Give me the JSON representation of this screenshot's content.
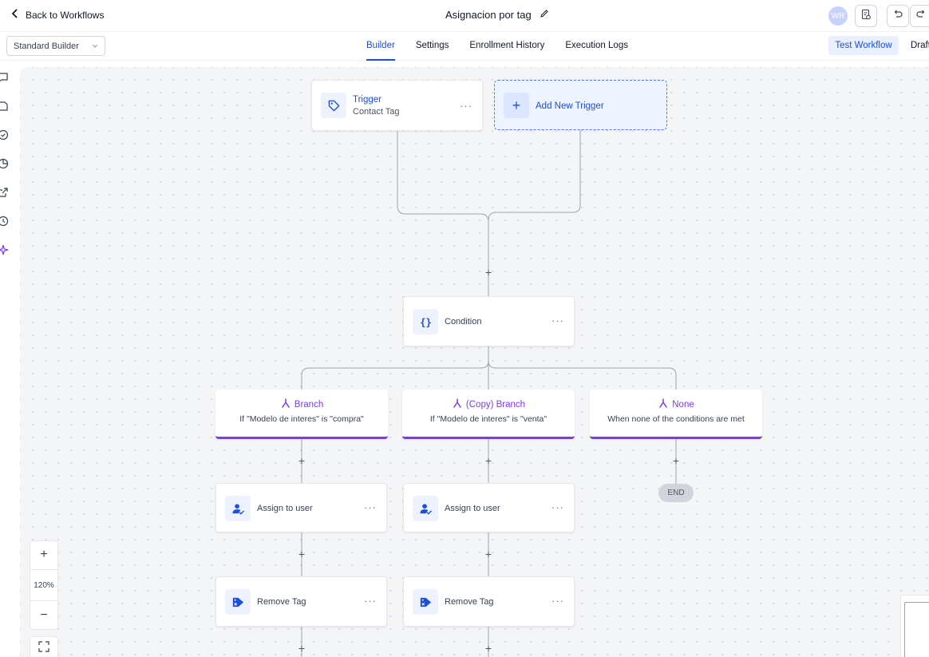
{
  "header": {
    "back_label": "Back to Workflows",
    "title": "Asignacion por tag",
    "avatar_initials": "WR"
  },
  "subbar": {
    "builder_select": "Standard Builder",
    "tabs": [
      "Builder",
      "Settings",
      "Enrollment History",
      "Execution Logs"
    ],
    "active_tab": "Builder",
    "test_button": "Test Workflow",
    "draft_label": "Draft"
  },
  "canvas": {
    "trigger": {
      "title": "Trigger",
      "subtitle": "Contact Tag"
    },
    "add_trigger": {
      "label": "Add New Trigger",
      "plus": "+"
    },
    "condition": {
      "label": "Condition"
    },
    "branches": [
      {
        "title": "Branch",
        "subtitle": "If \"Modelo de interes\" is \"compra\""
      },
      {
        "title": "(Copy) Branch",
        "subtitle": "If \"Modelo de interes\" is \"venta\""
      },
      {
        "title": "None",
        "subtitle": "When none of the conditions are met"
      }
    ],
    "actions": [
      {
        "label": "Assign to user"
      },
      {
        "label": "Assign to user"
      },
      {
        "label": "Remove Tag"
      },
      {
        "label": "Remove Tag"
      }
    ],
    "end_label": "END",
    "plus_symbol": "+",
    "menu_dots": "···"
  },
  "zoom": {
    "in": "+",
    "level": "120%",
    "out": "−"
  },
  "colors": {
    "accent": "#1d4ed8",
    "branch": "#7c3aed",
    "canvas_bg": "#f4f5f7"
  },
  "icons": {
    "back": "chevron-left-icon",
    "edit": "pencil-icon",
    "trigger": "tag-icon",
    "condition": "braces-icon",
    "branch": "branch-icon",
    "assign": "assign-user-icon",
    "remove_tag": "remove-tag-icon"
  }
}
